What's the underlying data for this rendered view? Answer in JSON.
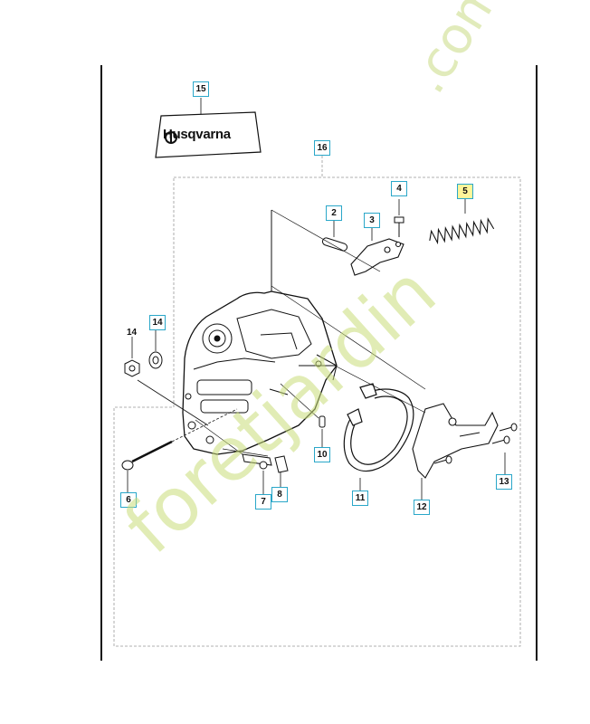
{
  "brand": {
    "name": "Husqvarna"
  },
  "callouts": {
    "c2": "2",
    "c3": "3",
    "c4": "4",
    "c5": "5",
    "c6": "6",
    "c7": "7",
    "c8": "8",
    "c10": "10",
    "c11": "11",
    "c12": "12",
    "c13": "13",
    "c14_box": "14",
    "c14_plain": "14",
    "c15": "15",
    "c16": "16"
  },
  "watermark": {
    "text": "foretjardin.com"
  },
  "colors": {
    "callout_border": "#2aa7c9",
    "highlight": "#fff59a",
    "watermark": "#c8dc78"
  }
}
